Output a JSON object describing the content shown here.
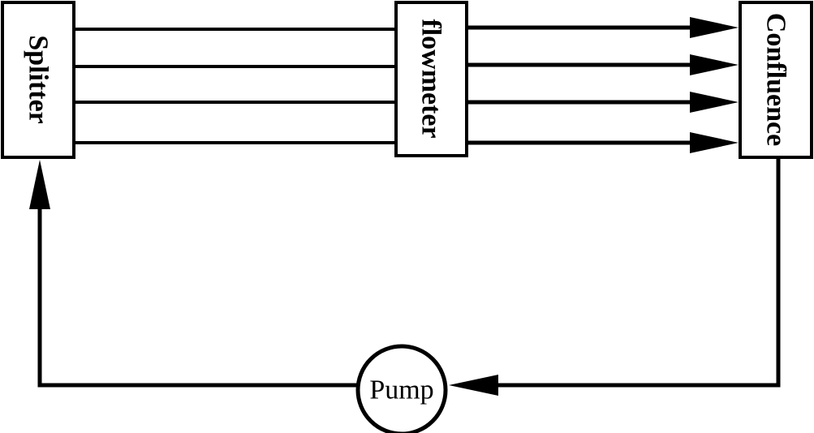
{
  "diagram": {
    "splitter": {
      "label": "Splitter"
    },
    "flowmeter": {
      "label": "flowmeter"
    },
    "confluence": {
      "label": "Confluence"
    },
    "pump": {
      "label": "Pump"
    },
    "colors": {
      "stroke": "#000000",
      "background": "#ffffff"
    }
  }
}
